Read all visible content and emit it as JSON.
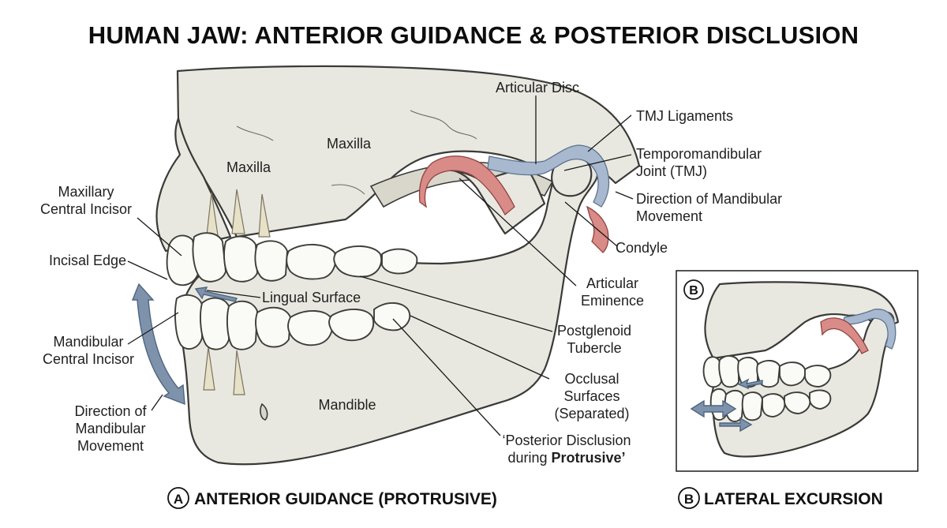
{
  "title": "HUMAN JAW: ANTERIOR GUIDANCE & POSTERIOR DISCLUSION",
  "labels": {
    "articular_disc": "Articular Disc",
    "tmj_ligaments": "TMJ Ligaments",
    "tmj_line1": "Temporomandibular",
    "tmj_line2": "Joint (TMJ)",
    "dir_right_line1": "Direction of Mandibular",
    "dir_right_line2": "Movement",
    "condyle": "Condyle",
    "articular_eminence_line1": "Articular",
    "articular_eminence_line2": "Eminence",
    "postglenoid_line1": "Postglenoid",
    "postglenoid_line2": "Tubercle",
    "occlusal_line1": "Occlusal",
    "occlusal_line2": "Surfaces",
    "occlusal_line3": "(Separated)",
    "posterior_disclusion_line1": "‘Posterior Disclusion",
    "posterior_disclusion_line2_prefix": "during ",
    "posterior_disclusion_line2_bold": "Protrusive’",
    "maxilla_upper": "Maxilla",
    "maxilla_left": "Maxilla",
    "mandible": "Mandible",
    "lingual_surface": "Lingual Surface",
    "max_central_line1": "Maxillary",
    "max_central_line2": "Central Incisor",
    "incisal_edge": "Incisal Edge",
    "mand_central_line1": "Mandibular",
    "mand_central_line2": "Central Incisor",
    "dir_left_line1": "Direction of",
    "dir_left_line2": "Mandibular",
    "dir_left_line3": "Movement"
  },
  "panels": {
    "a": {
      "badge": "A",
      "caption": "ANTERIOR GUIDANCE (PROTRUSIVE)"
    },
    "b": {
      "badge": "B",
      "caption": "LATERAL EXCURSION",
      "inset_badge": "B"
    }
  },
  "colors": {
    "bone": "#e9e8e0",
    "muscle": "#d98b87",
    "ligament": "#a8b9cf",
    "arrow": "#7e93ab"
  }
}
